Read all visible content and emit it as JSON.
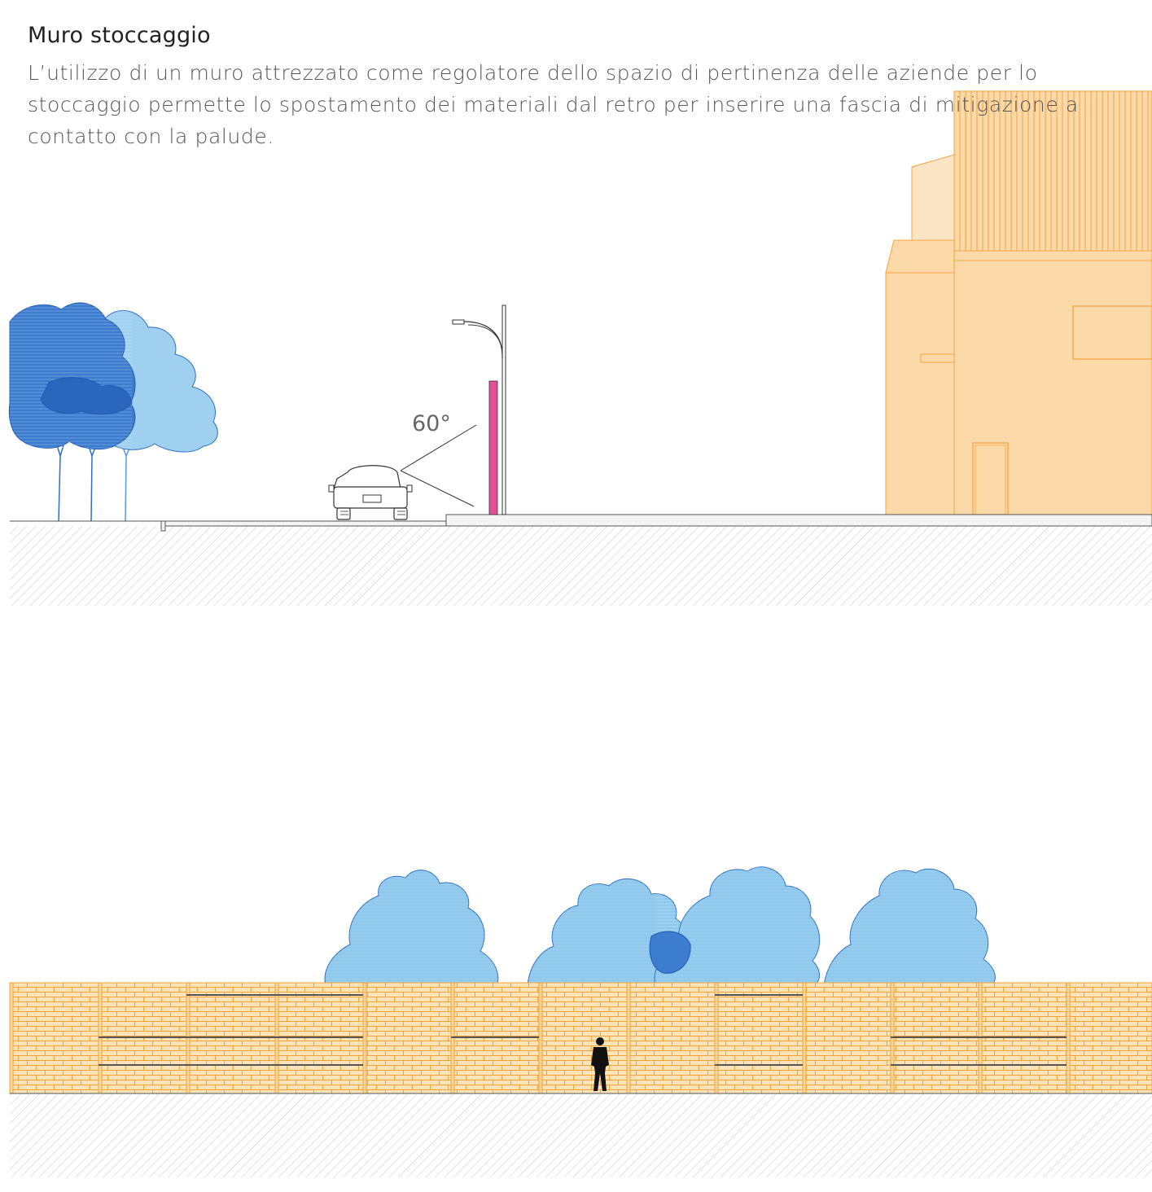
{
  "header": {
    "title": "Muro stoccaggio",
    "description": "L’utilizzo di un muro attrezzato come regolatore dello spazio di pertinenza delle aziende per lo stoccaggio permette lo spostamento dei materiali dal retro per inserire una fascia di mitigazione a contatto con la palude."
  },
  "section": {
    "angle_label": "60°"
  },
  "colors": {
    "building_fill": "#fbd9a8",
    "building_stroke": "#f4a340",
    "tree_dark": "#2d6fc4",
    "tree_light": "#8ec8ec",
    "wall_sign": "#e94e98",
    "brick_fill": "#fde3b8",
    "brick_stroke": "#f0a236",
    "ground_hatch": "#c8c8c8"
  },
  "icons": [
    "tree-icon",
    "car-icon",
    "street-lamp-icon",
    "person-icon"
  ]
}
